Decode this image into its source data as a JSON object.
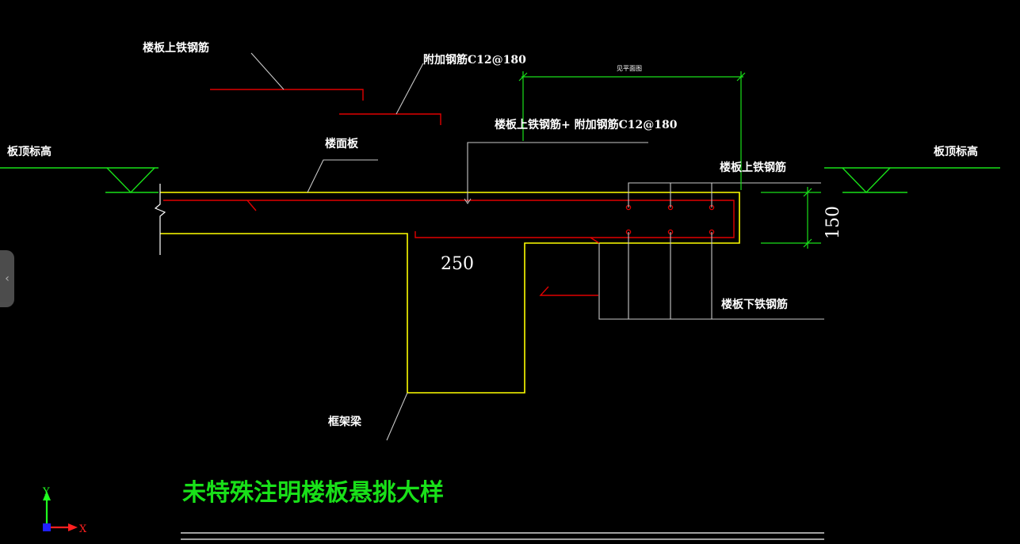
{
  "colors": {
    "background": "#000000",
    "concrete_outline": "#ffff00",
    "rebar": "#e00000",
    "leader": "#d0d0d0",
    "elevation": "#19e019",
    "dimension": "#19e019",
    "title": "#19e019",
    "axis_x": "#ff2020",
    "axis_y": "#20ff20",
    "axis_origin": "#2020ff"
  },
  "labels": {
    "slab_top_rebar_upper": "楼板上铁钢筋",
    "added_rebar": "附加钢筋C12@180",
    "combined_rebar": "楼板上铁钢筋+ 附加钢筋C12@180",
    "span_note": "见平面图",
    "slab_top_elev_left": "板顶标高",
    "slab_top_elev_right": "板顶标高",
    "floor_slab": "楼面板",
    "slab_top_rebar_right": "楼板上铁钢筋",
    "slab_bottom_rebar": "楼板下铁钢筋",
    "frame_beam": "框架梁",
    "dim_150": "150",
    "dim_250": "250"
  },
  "title": {
    "text": "未特殊注明楼板悬挑大样"
  },
  "axis": {
    "x_label": "X",
    "y_label": "Y"
  },
  "side_handle": {
    "glyph": "‹"
  },
  "icons": {
    "elevation_marker": "triangle-elevation-icon",
    "rebar_dot": "rebar-section-circle-icon",
    "ucs": "ucs-axis-icon",
    "handle": "chevron-left-icon"
  }
}
